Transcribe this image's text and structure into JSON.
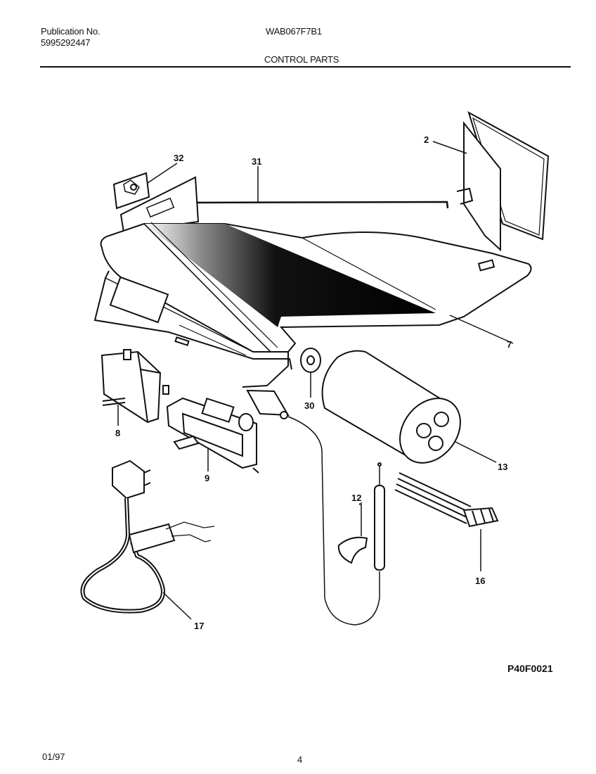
{
  "header": {
    "publication_label": "Publication No.",
    "publication_number": "5995292447",
    "model": "WAB067F7B1",
    "section_title": "CONTROL PARTS"
  },
  "callouts": {
    "c2": "2",
    "c32": "32",
    "c31": "31",
    "c7": "7",
    "c30": "30",
    "c8": "8",
    "c9": "9",
    "c13": "13",
    "c12": "12",
    "c16": "16",
    "c17": "17"
  },
  "footer": {
    "figure_code": "P40F0021",
    "date": "01/97",
    "page": "4"
  }
}
